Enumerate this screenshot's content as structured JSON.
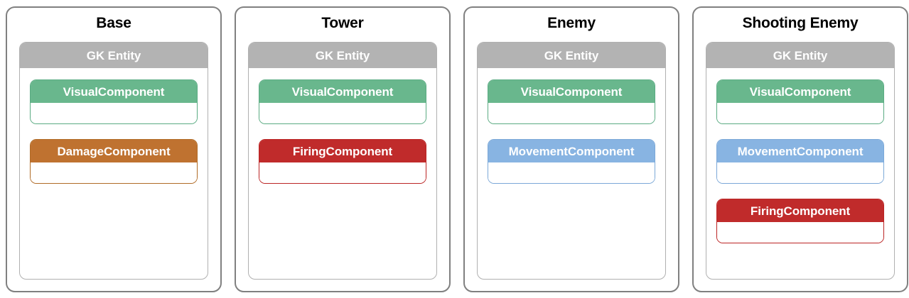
{
  "diagram": {
    "entities": [
      {
        "title": "Base",
        "entity_type_label": "GK Entity",
        "components": [
          {
            "name": "VisualComponent",
            "variant": "visual",
            "color": "#69b78d"
          },
          {
            "name": "DamageComponent",
            "variant": "damage",
            "color": "#bf7230"
          }
        ]
      },
      {
        "title": "Tower",
        "entity_type_label": "GK Entity",
        "components": [
          {
            "name": "VisualComponent",
            "variant": "visual",
            "color": "#69b78d"
          },
          {
            "name": "FiringComponent",
            "variant": "firing",
            "color": "#c02b2b"
          }
        ]
      },
      {
        "title": "Enemy",
        "entity_type_label": "GK Entity",
        "components": [
          {
            "name": "VisualComponent",
            "variant": "visual",
            "color": "#69b78d"
          },
          {
            "name": "MovementComponent",
            "variant": "movement",
            "color": "#88b4e2"
          }
        ]
      },
      {
        "title": "Shooting Enemy",
        "entity_type_label": "GK Entity",
        "components": [
          {
            "name": "VisualComponent",
            "variant": "visual",
            "color": "#69b78d"
          },
          {
            "name": "MovementComponent",
            "variant": "movement",
            "color": "#88b4e2"
          },
          {
            "name": "FiringComponent",
            "variant": "firing",
            "color": "#c02b2b"
          }
        ]
      }
    ],
    "colors": {
      "panel_border": "#808080",
      "entity_border": "#b0b0b0",
      "entity_header_bg": "#b3b3b3",
      "background": "#ffffff",
      "title_text": "#000000",
      "header_text": "#ffffff"
    }
  }
}
